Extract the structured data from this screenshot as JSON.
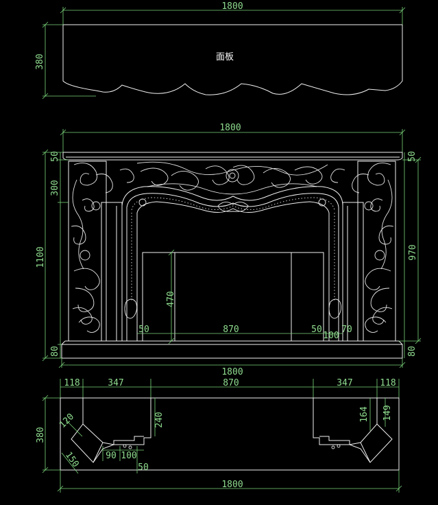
{
  "top_view": {
    "label": "面板",
    "width": "1800",
    "height": "380"
  },
  "front_view": {
    "top_width": "1800",
    "bottom_width": "1800",
    "total_height": "1100",
    "right_height": "970",
    "top_strip": "50",
    "right_top_strip": "50",
    "frieze": "300",
    "base_left": "80",
    "base_right": "80",
    "opening_height": "470",
    "opening_width": "870",
    "inner_left": "50",
    "inner_right": "50",
    "inner_right2": "100",
    "inner_right3": "70"
  },
  "plan_view": {
    "seg_left": "118",
    "seg_left2": "347",
    "seg_mid": "870",
    "seg_right2": "347",
    "seg_right": "118",
    "depth": "380",
    "diag_a": "120",
    "diag_b": "150",
    "inner_depth": "240",
    "step_a": "90",
    "step_b": "100",
    "step_c": "50",
    "right_a": "164",
    "right_b": "149",
    "bottom_width": "1800"
  },
  "colors": {
    "background": "#000000",
    "lines": "#f2f2f2",
    "dimensions": "#7bd67b"
  }
}
